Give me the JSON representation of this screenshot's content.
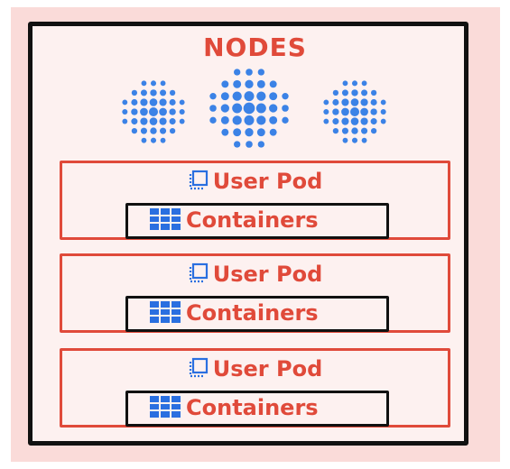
{
  "title": "NODES",
  "colors": {
    "accent_red": "#e04a3a",
    "outline": "#111111",
    "node_blue": "#3b82e6",
    "icon_blue": "#2a6fe0",
    "background_pink": "#fadbd9",
    "panel_fill": "#fdf1f0"
  },
  "nodes": [
    {
      "icon": "node-cluster-icon"
    },
    {
      "icon": "node-cluster-icon"
    },
    {
      "icon": "node-cluster-icon"
    }
  ],
  "pods": [
    {
      "label": "User Pod",
      "icon": "pod-icon",
      "container": {
        "label": "Containers",
        "icon": "grid-icon"
      }
    },
    {
      "label": "User Pod",
      "icon": "pod-icon",
      "container": {
        "label": "Containers",
        "icon": "grid-icon"
      }
    },
    {
      "label": "User Pod",
      "icon": "pod-icon",
      "container": {
        "label": "Containers",
        "icon": "grid-icon"
      }
    }
  ]
}
